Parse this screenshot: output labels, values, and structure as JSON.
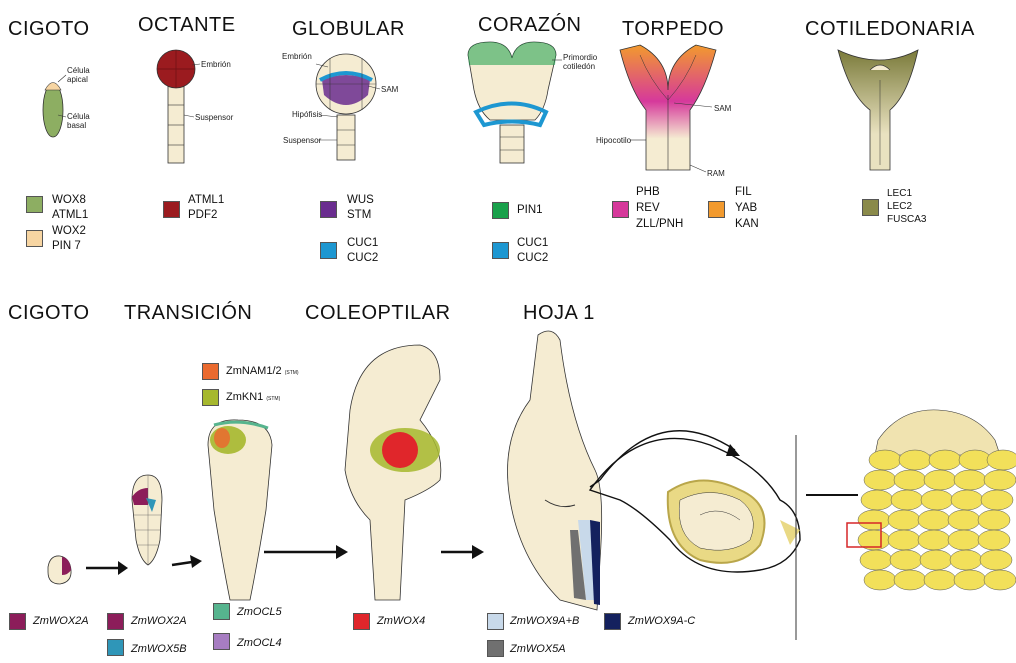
{
  "top_stages": [
    "CIGOTO",
    "OCTANTE",
    "GLOBULAR",
    "CORAZÓN",
    "TORPEDO",
    "COTILEDONARIA"
  ],
  "bottom_stages": [
    "CIGOTO",
    "TRANSICIÓN",
    "COLEOPTILAR",
    "HOJA 1"
  ],
  "labels": {
    "celula_apical": [
      "Célula",
      "apical"
    ],
    "celula_basal": [
      "Célula",
      "basal"
    ],
    "embrion": "Embrión",
    "suspensor": "Suspensor",
    "hipofisis": "Hipófisis",
    "sam": "SAM",
    "primordio": [
      "Primordio",
      "cotiledón"
    ],
    "hipocotilo": "Hipocotilo",
    "ram": "RAM"
  },
  "legend_top": {
    "cigoto_a": [
      "WOX8",
      "ATML1"
    ],
    "cigoto_b": [
      "WOX2",
      "PIN 7"
    ],
    "octante": [
      "ATML1",
      "PDF2"
    ],
    "globular_a": [
      "WUS",
      "STM"
    ],
    "globular_b": [
      "CUC1",
      "CUC2"
    ],
    "corazon_a": "PIN1",
    "corazon_b": [
      "CUC1",
      "CUC2"
    ],
    "torpedo_a": [
      "PHB",
      "REV",
      "ZLL/PNH"
    ],
    "torpedo_b": [
      "FIL",
      "YAB",
      "KAN"
    ],
    "cotiledonaria": [
      "LEC1",
      "LEC2",
      "FUSCA3"
    ]
  },
  "transition_tags": {
    "nam": "ZmNAM1/2",
    "nam_sub": "(STM)",
    "kn1": "ZmKN1",
    "kn1_sub": "(STM)"
  },
  "legend_bottom": [
    "ZmWOX2A",
    "ZmWOX2A",
    "ZmWOX5B",
    "ZmOCL5",
    "ZmOCL4",
    "ZmWOX4",
    "ZmWOX9A+B",
    "ZmWOX9A-C",
    "ZmWOX5A"
  ],
  "colors": {
    "green_wox8": "#8dae62",
    "peach_wox2": "#f7d5a2",
    "darkred": "#9b1b1f",
    "purple": "#6a2d8f",
    "blue": "#1d97d1",
    "green_pin1": "#1aa14b",
    "magenta": "#d6399b",
    "orange": "#f29a2e",
    "olive": "#8a8a4a",
    "zm_wox2a": "#8c1d5a",
    "zm_wox5b": "#2f96b8",
    "zm_ocl5": "#56b48e",
    "zm_ocl4": "#a77dc2",
    "zm_wox4": "#e0262b",
    "zm_wox9ab": "#c8d9ea",
    "zm_wox9ac": "#14215e",
    "zm_wox5a": "#707070",
    "nam": "#ea6a2f",
    "kn1": "#a6b82e",
    "kernel": "#f2e05a",
    "cream": "#f5ecd2"
  }
}
